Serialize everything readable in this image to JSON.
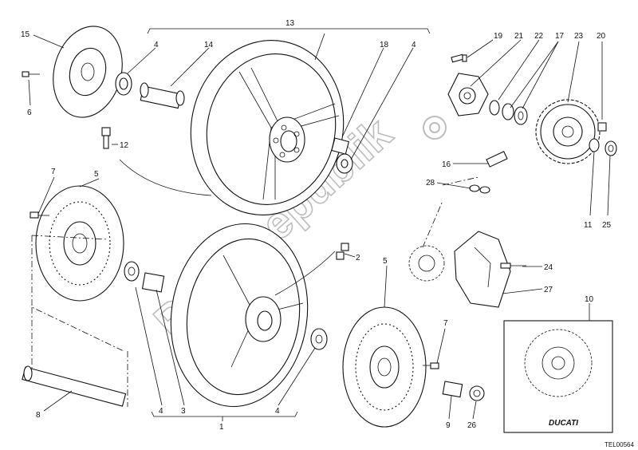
{
  "diagram": {
    "callouts": [
      "15",
      "6",
      "4",
      "14",
      "13",
      "18",
      "4",
      "19",
      "21",
      "22",
      "17",
      "23",
      "20",
      "12",
      "7",
      "5",
      "16",
      "28",
      "11",
      "25",
      "2",
      "24",
      "27",
      "5",
      "7",
      "10",
      "8",
      "4",
      "3",
      "1",
      "4",
      "9",
      "26"
    ],
    "watermark": "PartsRepublik",
    "drawing_code": "TEL00564",
    "brand_logo": "DUCATI"
  }
}
